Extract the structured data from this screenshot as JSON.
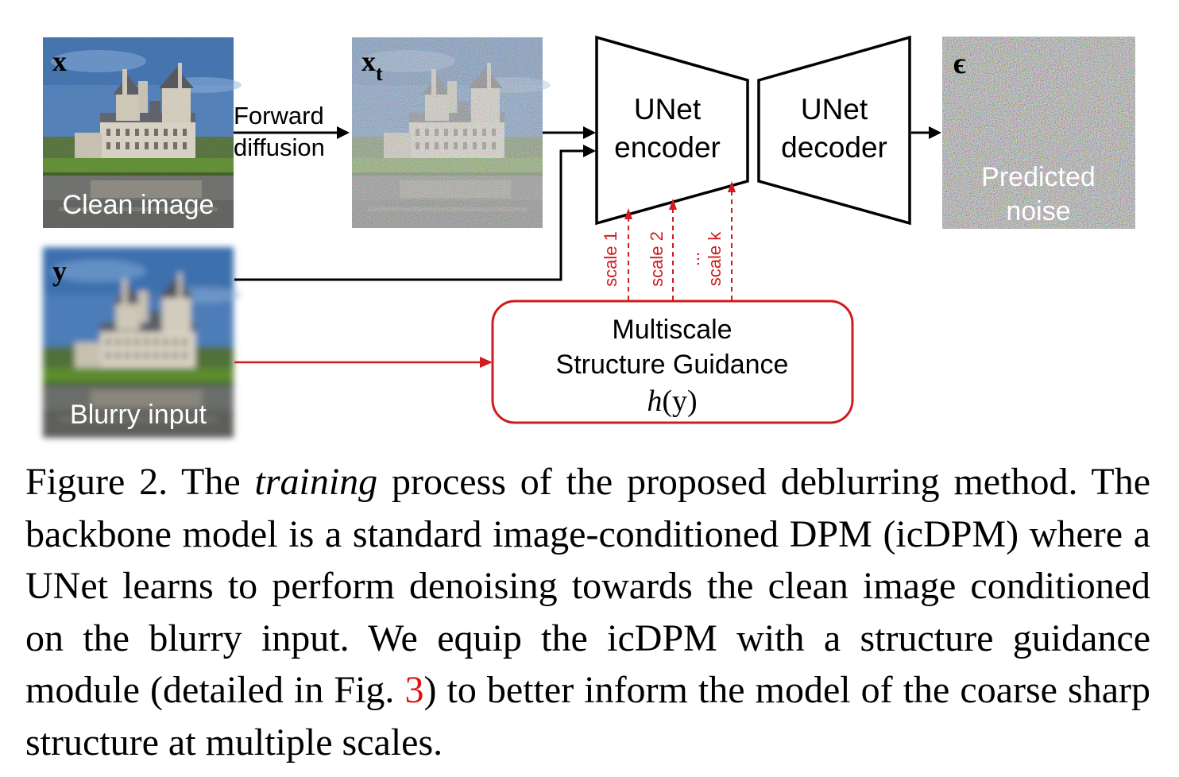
{
  "diagram": {
    "panels": {
      "clean": {
        "symbol": "x",
        "label": "Clean image"
      },
      "noisy": {
        "symbol": "x",
        "subscript": "t"
      },
      "blurry": {
        "symbol": "y",
        "label": "Blurry input"
      },
      "noise": {
        "symbol": "ϵ",
        "label_line1": "Predicted",
        "label_line2": "noise"
      }
    },
    "forward_label_line1": "Forward",
    "forward_label_line2": "diffusion",
    "encoder_line1": "UNet",
    "encoder_line2": "encoder",
    "decoder_line1": "UNet",
    "decoder_line2": "decoder",
    "scales": [
      "scale 1",
      "scale 2",
      "scale k"
    ],
    "scale_ellipsis": "...",
    "guidance_line1": "Multiscale",
    "guidance_line2": "Structure Guidance",
    "guidance_math_h": "h",
    "guidance_math_arg": "(y)",
    "colors": {
      "guidance": "#d01c1c",
      "stroke": "#000000"
    }
  },
  "caption": {
    "prefix": "Figure 2. The ",
    "emph": "training",
    "middle": " process of the proposed deblurring method. The backbone model is a standard image-conditioned DPM (icDPM) where a UNet learns to perform denoising towards the clean image conditioned on the blurry input. We equip the icDPM with a structure guidance module (detailed in Fig. ",
    "ref": "3",
    "suffix": ") to better inform the model of the coarse sharp structure at multiple scales."
  }
}
